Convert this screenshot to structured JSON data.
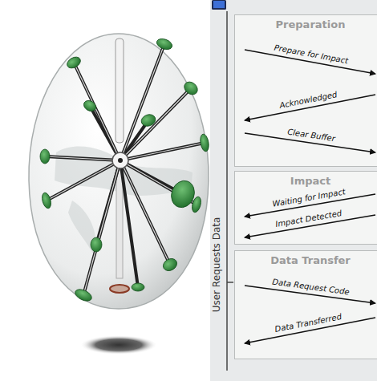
{
  "diagram": {
    "nodes": [
      {
        "text": [
          "Preparation"
        ]
      },
      {
        "text": [
          "Impact"
        ]
      },
      {
        "text": [
          "Data Transfer"
        ]
      }
    ],
    "labels": [
      "Prepare for Impact",
      "Acknowledged",
      "Clear Buffer",
      "Waiting for Impact",
      "Impact Detected",
      "Data Request Code",
      "Data Transferred",
      "User Requests Data"
    ]
  }
}
